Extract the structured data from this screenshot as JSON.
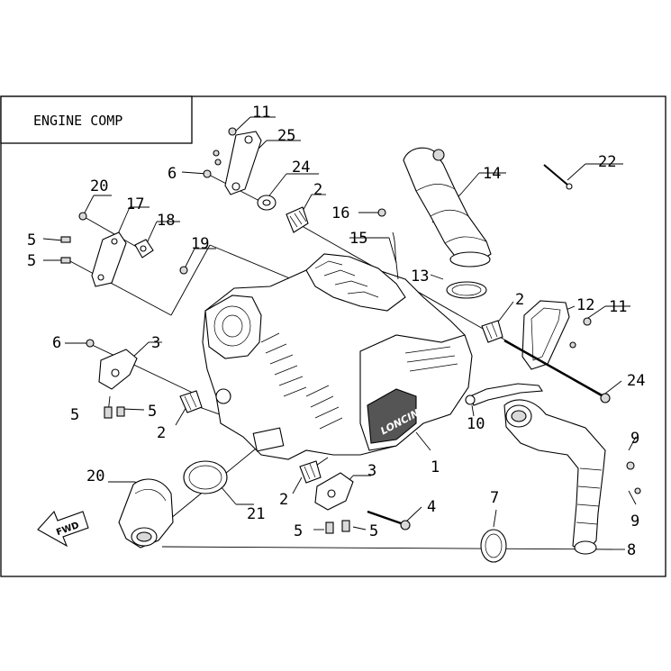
{
  "title": "ENGINE COMP",
  "brand_logo": "LONCIN",
  "direction_label": "FWD",
  "callouts": [
    {
      "id": "c11a",
      "text": "11"
    },
    {
      "id": "c25",
      "text": "25"
    },
    {
      "id": "c6a",
      "text": "6"
    },
    {
      "id": "c24a",
      "text": "24"
    },
    {
      "id": "c2a",
      "text": "2"
    },
    {
      "id": "c16",
      "text": "16"
    },
    {
      "id": "c14",
      "text": "14"
    },
    {
      "id": "c22",
      "text": "22"
    },
    {
      "id": "c20a",
      "text": "20"
    },
    {
      "id": "c17",
      "text": "17"
    },
    {
      "id": "c18",
      "text": "18"
    },
    {
      "id": "c5a",
      "text": "5"
    },
    {
      "id": "c5b",
      "text": "5"
    },
    {
      "id": "c19",
      "text": "19"
    },
    {
      "id": "c15",
      "text": "15"
    },
    {
      "id": "c13",
      "text": "13"
    },
    {
      "id": "c2b",
      "text": "2"
    },
    {
      "id": "c12",
      "text": "12"
    },
    {
      "id": "c11b",
      "text": "11"
    },
    {
      "id": "c6b",
      "text": "6"
    },
    {
      "id": "c3a",
      "text": "3"
    },
    {
      "id": "c5c",
      "text": "5"
    },
    {
      "id": "c5d",
      "text": "5"
    },
    {
      "id": "c2c",
      "text": "2"
    },
    {
      "id": "c24b",
      "text": "24"
    },
    {
      "id": "c10",
      "text": "10"
    },
    {
      "id": "c1",
      "text": "1"
    },
    {
      "id": "c9a",
      "text": "9"
    },
    {
      "id": "c9b",
      "text": "9"
    },
    {
      "id": "c20b",
      "text": "20"
    },
    {
      "id": "c3b",
      "text": "3"
    },
    {
      "id": "c2d",
      "text": "2"
    },
    {
      "id": "c21",
      "text": "21"
    },
    {
      "id": "c4",
      "text": "4"
    },
    {
      "id": "c7",
      "text": "7"
    },
    {
      "id": "c5e",
      "text": "5"
    },
    {
      "id": "c5f",
      "text": "5"
    },
    {
      "id": "c8",
      "text": "8"
    }
  ]
}
